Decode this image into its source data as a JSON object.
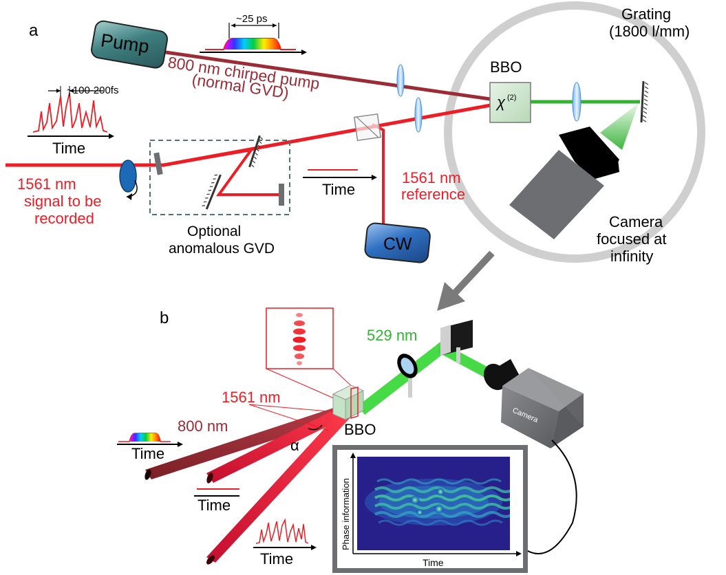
{
  "panel_a": {
    "label": "a",
    "pump_label": "Pump",
    "pulse_width": "~25 ps",
    "pump_beam_line1": "800 nm chirped pump",
    "pump_beam_line2": "(normal GVD)",
    "signal_pulse_width": "~100-200fs",
    "time_label": "Time",
    "signal_line1": "1561 nm",
    "signal_line2": "signal to be",
    "signal_line3": "recorded",
    "gvd_line1": "Optional",
    "gvd_line2": "anomalous GVD",
    "reference_time_label": "Time",
    "reference_line1": "1561 nm",
    "reference_line2": "reference",
    "cw_label": "CW",
    "bbo_label": "BBO",
    "chi_symbol": "χ",
    "chi_superscript": "(2)",
    "grating_line1": "Grating",
    "grating_line2": "(1800 l/mm)",
    "camera_line1": "Camera",
    "camera_line2": "focused at",
    "camera_line3": "infinity"
  },
  "panel_b": {
    "label": "b",
    "green_wavelength": "529 nm",
    "signal_wavelength": "1561 nm",
    "pump_wavelength": "800 nm",
    "bbo_label": "BBO",
    "angle_symbol": "α",
    "camera_body_text": "Camera",
    "time_label_pump": "Time",
    "time_label_reference": "Time",
    "time_label_signal": "Time",
    "inset_ylabel": "Phase information",
    "inset_xlabel": "Time"
  },
  "colors": {
    "signal_red": "#ee1c24",
    "pump_darkred": "#9b2b34",
    "green_beam": "#33b233",
    "camera_gray": "#6d6e71",
    "cw_blue": "#2e6fc0",
    "pump_teal": "#3e7f80",
    "heatmap_bg": "#28208a"
  }
}
